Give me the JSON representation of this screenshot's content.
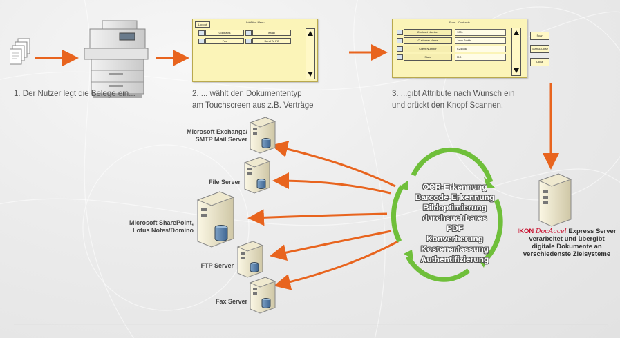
{
  "steps": [
    "1. Der Nutzer legt die Belege ein...",
    "2. ... wählt den Dokumententyp",
    "am Touchscreen aus z.B. Verträge",
    "3. ...gibt Attribute nach Wunsch ein",
    "und drückt den Knopf Scannen."
  ],
  "menu_screen": {
    "logout": "Logout",
    "title": "AdvEtive Menu",
    "buttons": [
      "Contracts",
      "eMail",
      "Fax",
      "Send To PC"
    ]
  },
  "form_screen": {
    "title": "Form - Contracts",
    "fields": [
      {
        "label": "Contract Number",
        "value": "1001"
      },
      {
        "label": "Customer Name",
        "value": "John Smith"
      },
      {
        "label": "Client Number",
        "value": "C24356"
      },
      {
        "label": "State",
        "value": "MO"
      }
    ],
    "buttons": [
      "Scan",
      "Scan & Close",
      "Close"
    ]
  },
  "servers": [
    {
      "line1": "Microsoft Exchange/",
      "line2": "SMTP Mail Server"
    },
    {
      "line1": "File Server",
      "line2": ""
    },
    {
      "line1": "Microsoft SharePoint,",
      "line2": "Lotus Notes/Domino"
    },
    {
      "line1": "FTP Server",
      "line2": ""
    },
    {
      "line1": "Fax Server",
      "line2": ""
    }
  ],
  "processing": [
    "OCR-Erkennung",
    "Barcode-Erkennung",
    "Bildoptimierung",
    "durchsuchbares PDF",
    "Konvertierung",
    "Kostenerfassung",
    "Authentifizierung"
  ],
  "ikon": {
    "brand": "IKON",
    "product": "DocAccel",
    "line1_rest": "Express Server",
    "line2": "verarbeitet und übergibt",
    "line3": "digitale Dokumente an",
    "line4": "verschiedenste Zielsysteme"
  },
  "colors": {
    "arrow_orange": "#e8641e",
    "cycle_green": "#6fbf3a",
    "panel_yellow": "#fbf4b8"
  }
}
